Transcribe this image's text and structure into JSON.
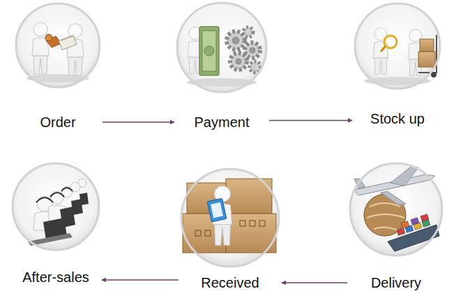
{
  "diagram": {
    "nodes": [
      {
        "text": [
          "Order"
        ]
      },
      {
        "text": [
          "Payment"
        ]
      },
      {
        "text": [
          "Stock up"
        ]
      },
      {
        "text": [
          "After-sales"
        ]
      },
      {
        "text": [
          "Received"
        ]
      },
      {
        "text": [
          "Delivery"
        ]
      }
    ],
    "edges": [
      {
        "from": 0,
        "to": 1,
        "arrow": "to"
      },
      {
        "from": 1,
        "to": 2,
        "arrow": "to"
      },
      {
        "from": 5,
        "to": 4,
        "arrow": "to"
      },
      {
        "from": 4,
        "to": 3,
        "arrow": "to"
      }
    ]
  }
}
